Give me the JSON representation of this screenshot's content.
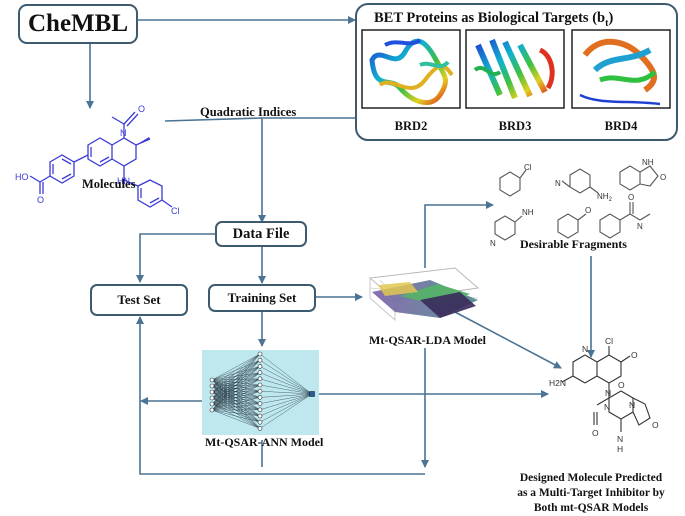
{
  "nodes": {
    "chembl": "CheMBL",
    "bet_title": "BET Proteins as Biological Targets (b",
    "bet_title_sub": "t",
    "bet_title_close": ")",
    "brd2": "BRD2",
    "brd3": "BRD3",
    "brd4": "BRD4",
    "quadratic_indices": "Quadratic Indices",
    "molecules": "Molecules",
    "data_file": "Data File",
    "test_set": "Test Set",
    "training_set": "Training Set",
    "lda_model": "Mt-QSAR-LDA Model",
    "ann_model": "Mt-QSAR-ANN Model",
    "desirable_fragments": "Desirable Fragments",
    "designed_line1": "Designed Molecule Predicted",
    "designed_line2": "as a Multi-Target Inhibitor by",
    "designed_line3": "Both mt-QSAR Models"
  },
  "molecule_atoms": {
    "ho": "HO",
    "o_acid": "O",
    "n_ring": "N",
    "o_acetyl": "O",
    "hn": "HN",
    "cl": "Cl"
  },
  "fragment_atoms": {
    "cl": "Cl",
    "nh2": "NH",
    "nh2_sub": "2",
    "n_pip": "N",
    "nh_ox": "NH",
    "o_ox": "O",
    "n_pyr": "N",
    "nh_pyr": "NH",
    "o_anis": "O",
    "o_amide": "O",
    "n_amide": "N"
  },
  "designed_atoms": {
    "h2n": "H2N",
    "n1": "N",
    "cl": "Cl",
    "o_me": "O",
    "n2": "N",
    "o_me2": "O",
    "o_amide": "O",
    "n3": "N",
    "n4": "N",
    "n5": "N",
    "nh": "H",
    "o_lac": "O"
  },
  "colors": {
    "box_border": "#3d5a6e",
    "arrow": "#4a7394",
    "molecule": "#3b3bd6",
    "ann_panel": "#bfe8ee"
  }
}
